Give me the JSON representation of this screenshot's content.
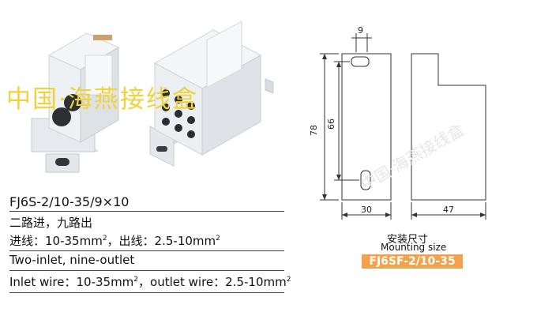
{
  "watermarks": {
    "left": "中国·海燕接线盒",
    "right": "中国·海燕接线盒"
  },
  "spec": {
    "model": "FJ6S-2/10-35/9×10",
    "cn_line1": "二路进，九路出",
    "cn_line2_prefix": "进线：10-35mm",
    "cn_line2_sup1": "2",
    "cn_line2_mid": "，出线：2.5-10mm",
    "cn_line2_sup2": "2",
    "en_line1": "Two-inlet, nine-outlet",
    "en_line2_prefix": "Inlet wire：10-35mm",
    "en_line2_sup1": "2",
    "en_line2_mid": "，outlet wire：2.5-10mm",
    "en_line2_sup2": "2"
  },
  "drawing": {
    "dim_top": "9",
    "dim_height_outer": "78",
    "dim_height_inner": "66",
    "dim_width_front": "30",
    "dim_width_side": "47"
  },
  "mounting": {
    "label_cn": "安装尺寸",
    "label_en": "Mounting size",
    "model": "FJ6SF-2/10-35"
  }
}
